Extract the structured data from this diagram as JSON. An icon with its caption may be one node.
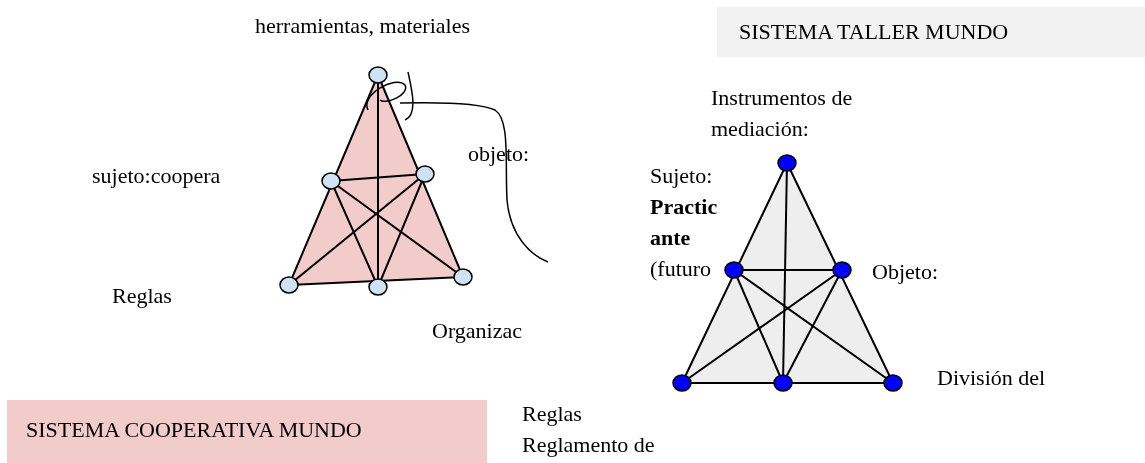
{
  "diagram": {
    "nodes": [
      {
        "text": [
          "SISTEMA TALLER MUNDO"
        ]
      },
      {
        "text": [
          "SISTEMA COOPERATIVA MUNDO"
        ]
      }
    ],
    "labels": [
      "herramientas, materiales",
      "Instrumentos de mediación:",
      "objeto:",
      "sujeto:coopera",
      "Sujeto: **Practic ante** (futuro",
      "Objeto:",
      "Reglas",
      "Organizac",
      "División del",
      "Reglas Reglamento de"
    ]
  }
}
